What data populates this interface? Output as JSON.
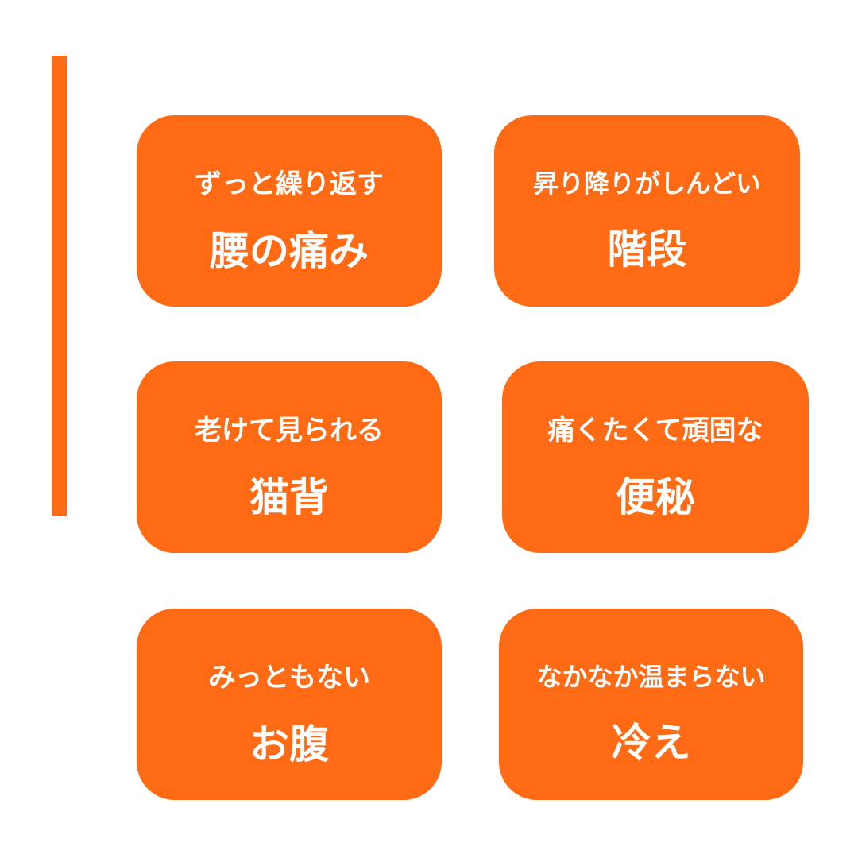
{
  "colors": {
    "accent": "#FF6A14",
    "card_bg": "#FF6A14",
    "text": "#FFFFFF",
    "background": "#FFFFFF"
  },
  "cards": [
    {
      "sub": "ずっと繰り返す",
      "main": "腰の痛み"
    },
    {
      "sub": "昇り降りがしんどい",
      "main": "階段"
    },
    {
      "sub": "老けて見られる",
      "main": "猫背"
    },
    {
      "sub": "痛くたくて頑固な",
      "main": "便秘"
    },
    {
      "sub": "みっともない",
      "main": "お腹"
    },
    {
      "sub": "なかなか温まらない",
      "main": "冷え"
    }
  ]
}
